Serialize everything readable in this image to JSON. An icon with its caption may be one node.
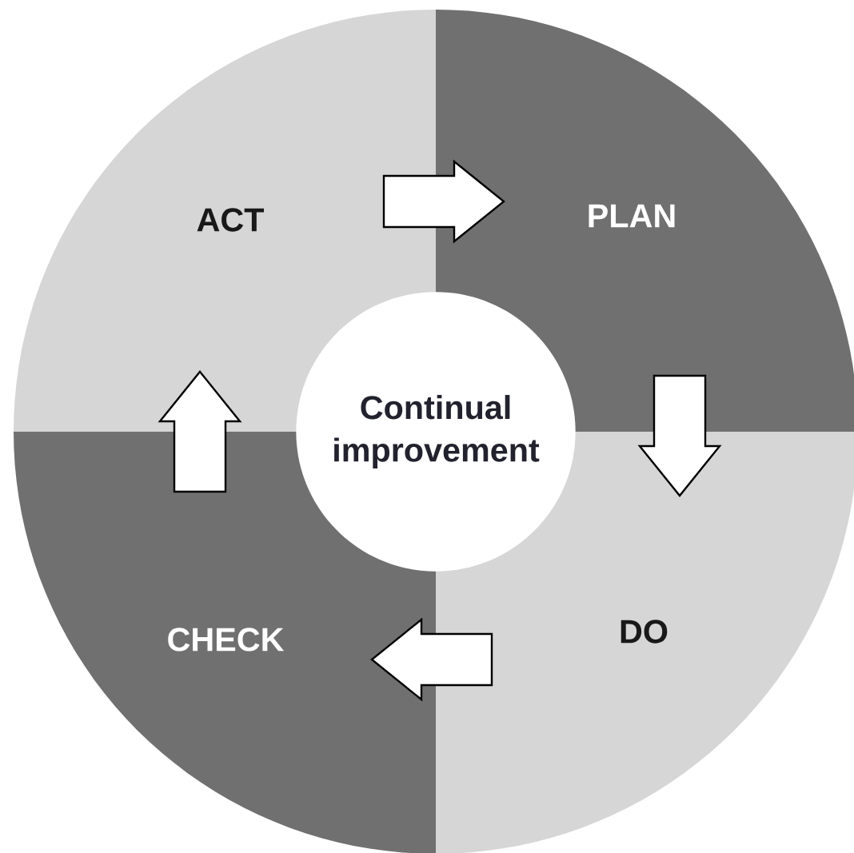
{
  "diagram": {
    "nodes": [
      {
        "text": [
          "Continual improvement"
        ]
      },
      {
        "text": [
          "PLAN"
        ]
      },
      {
        "text": [
          "DO"
        ]
      },
      {
        "text": [
          "CHECK"
        ]
      },
      {
        "text": [
          "ACT"
        ]
      }
    ],
    "edges": [
      {
        "from": 4,
        "to": 1,
        "arrow": "to"
      },
      {
        "from": 1,
        "to": 2,
        "arrow": "to"
      },
      {
        "from": 2,
        "to": 3,
        "arrow": "to"
      },
      {
        "from": 3,
        "to": 4,
        "arrow": "to"
      }
    ]
  }
}
